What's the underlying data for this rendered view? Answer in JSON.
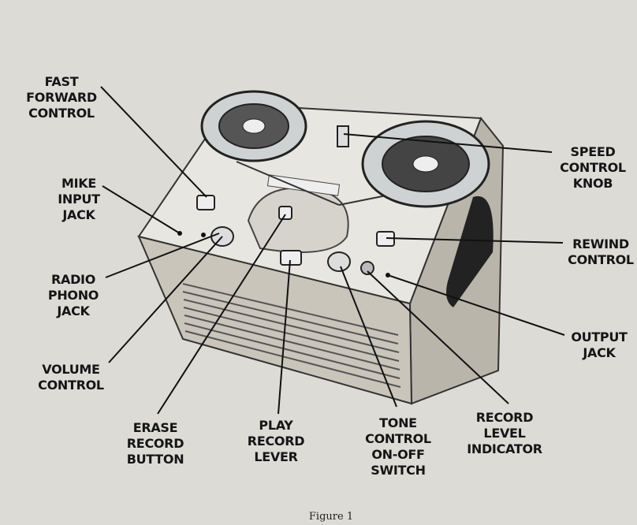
{
  "labels": {
    "fast_forward": [
      "FAST",
      "FORWARD",
      "CONTROL"
    ],
    "mike_input": [
      "MIKE",
      "INPUT",
      "JACK"
    ],
    "speed_control": [
      "SPEED",
      "CONTROL",
      "KNOB"
    ],
    "radio_phono": [
      "RADIO",
      "PHONO",
      "JACK"
    ],
    "rewind": [
      "REWIND",
      "CONTROL"
    ],
    "output": [
      "OUTPUT",
      "JACK"
    ],
    "volume": [
      "VOLUME",
      "CONTROL"
    ],
    "erase_record": [
      "ERASE",
      "RECORD",
      "BUTTON"
    ],
    "play_record": [
      "PLAY",
      "RECORD",
      "LEVER"
    ],
    "tone_control": [
      "TONE",
      "CONTROL",
      "ON-OFF",
      "SWITCH"
    ],
    "record_level": [
      "RECORD",
      "LEVEL",
      "INDICATOR"
    ]
  },
  "caption": "Figure 1"
}
